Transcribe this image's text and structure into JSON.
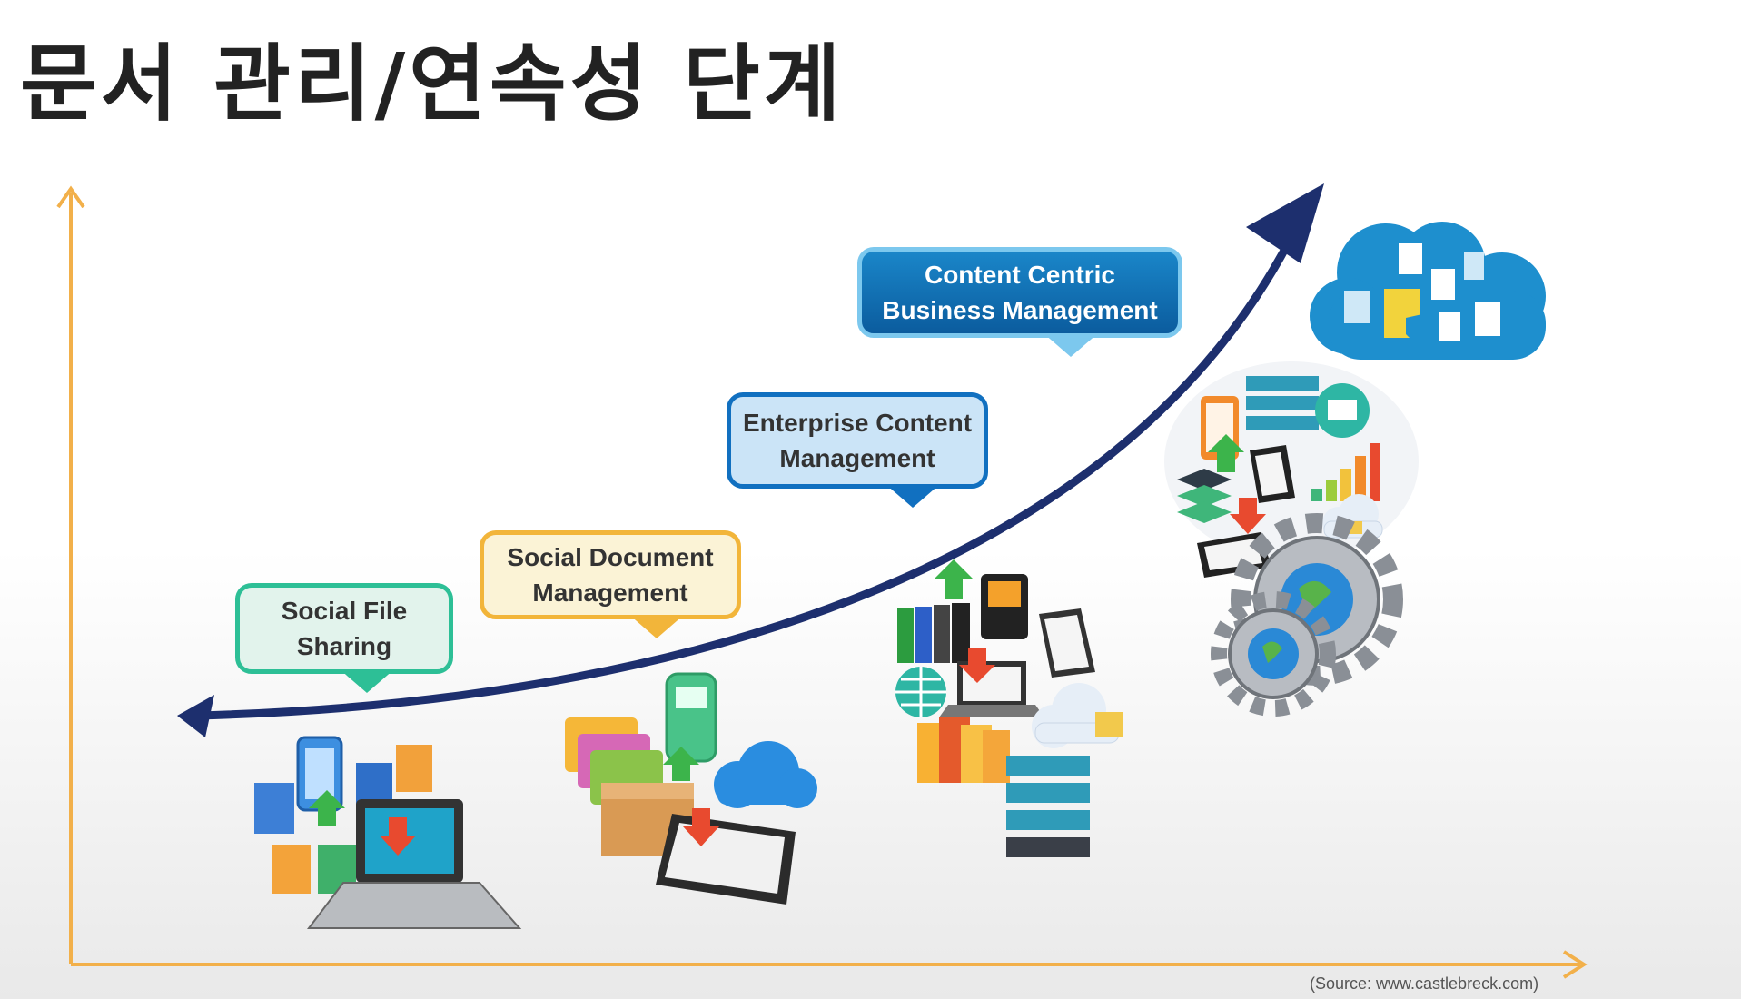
{
  "title": "문서 관리/연속성 단계",
  "stages": [
    {
      "line1": "Social File",
      "line2": "Sharing"
    },
    {
      "line1": "Social Document",
      "line2": "Management"
    },
    {
      "line1": "Enterprise Content",
      "line2": "Management"
    },
    {
      "line1": "Content Centric",
      "line2": "Business Management"
    }
  ],
  "source": "(Source: www.castlebreck.com)",
  "colors": {
    "axis": "#f2b04a",
    "curve": "#1d2f6e",
    "stage1": "#2dbf96",
    "stage2": "#f2b53a",
    "stage3": "#1170c0",
    "stage4": "#0b5c9e"
  },
  "icons": [
    "laptop-icon",
    "phone-icon",
    "file-icon",
    "folder-icon",
    "cloud-icon",
    "tablet-icon",
    "server-icon",
    "globe-icon",
    "gear-icon",
    "chart-icon"
  ]
}
